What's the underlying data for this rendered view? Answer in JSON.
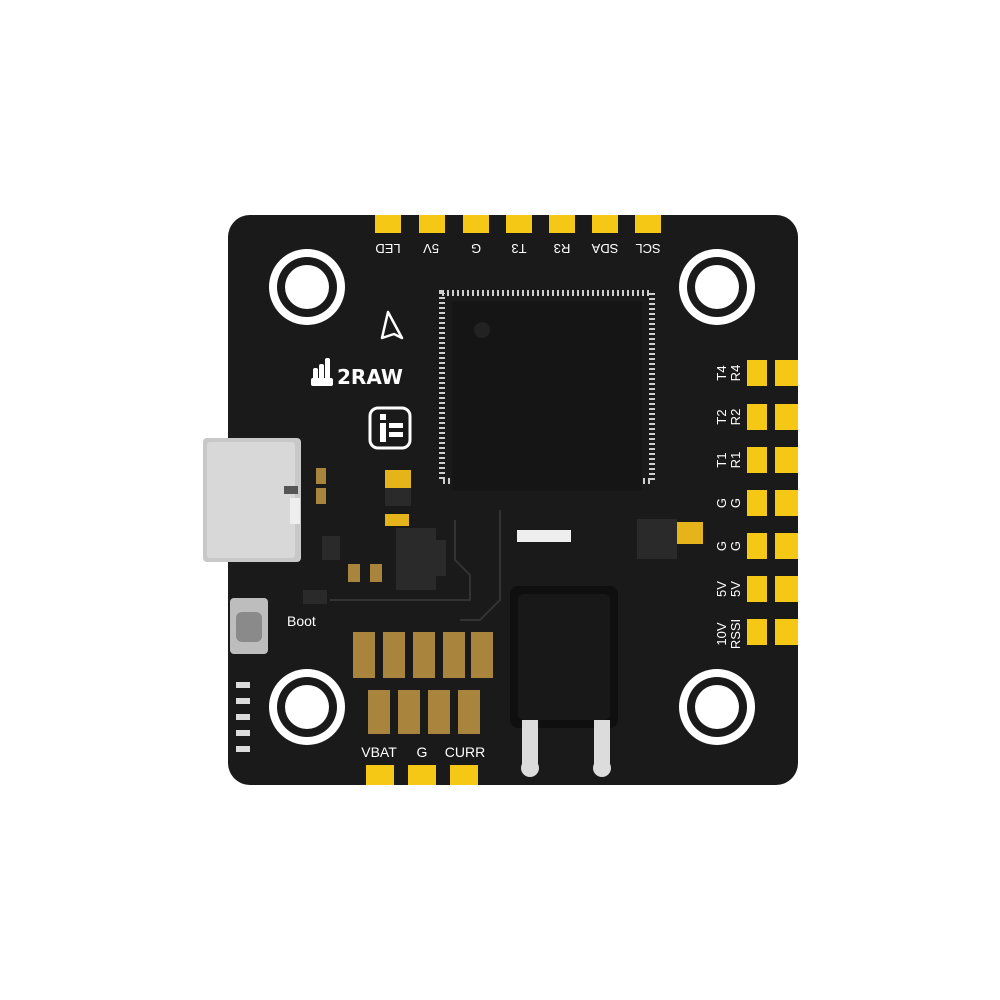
{
  "product": {
    "brand_text": "2RAW",
    "boot_label": "Boot"
  },
  "pads": {
    "top": [
      "LED",
      "5V",
      "G",
      "T3",
      "R3",
      "SDA",
      "SCL"
    ],
    "right": [
      [
        "T4",
        "R4"
      ],
      [
        "T2",
        "R2"
      ],
      [
        "T1",
        "R1"
      ],
      [
        "G",
        "G"
      ],
      [
        "G",
        "G"
      ],
      [
        "5V",
        "5V"
      ],
      [
        "10V",
        "RSSI"
      ]
    ],
    "bottom": [
      "VBAT",
      "G",
      "CURR"
    ]
  },
  "colors": {
    "background": "#ffffff",
    "pcb": "#1a1a1a",
    "gold_pad": "#f4c814",
    "silkscreen": "#ffffff",
    "chip": "#151515",
    "usb_shell": "#c8c8c8",
    "copper_smd": "#a8843c"
  },
  "icons": [
    "arrow-up-icon",
    "hand-logo-icon",
    "betaflight-i-icon"
  ]
}
